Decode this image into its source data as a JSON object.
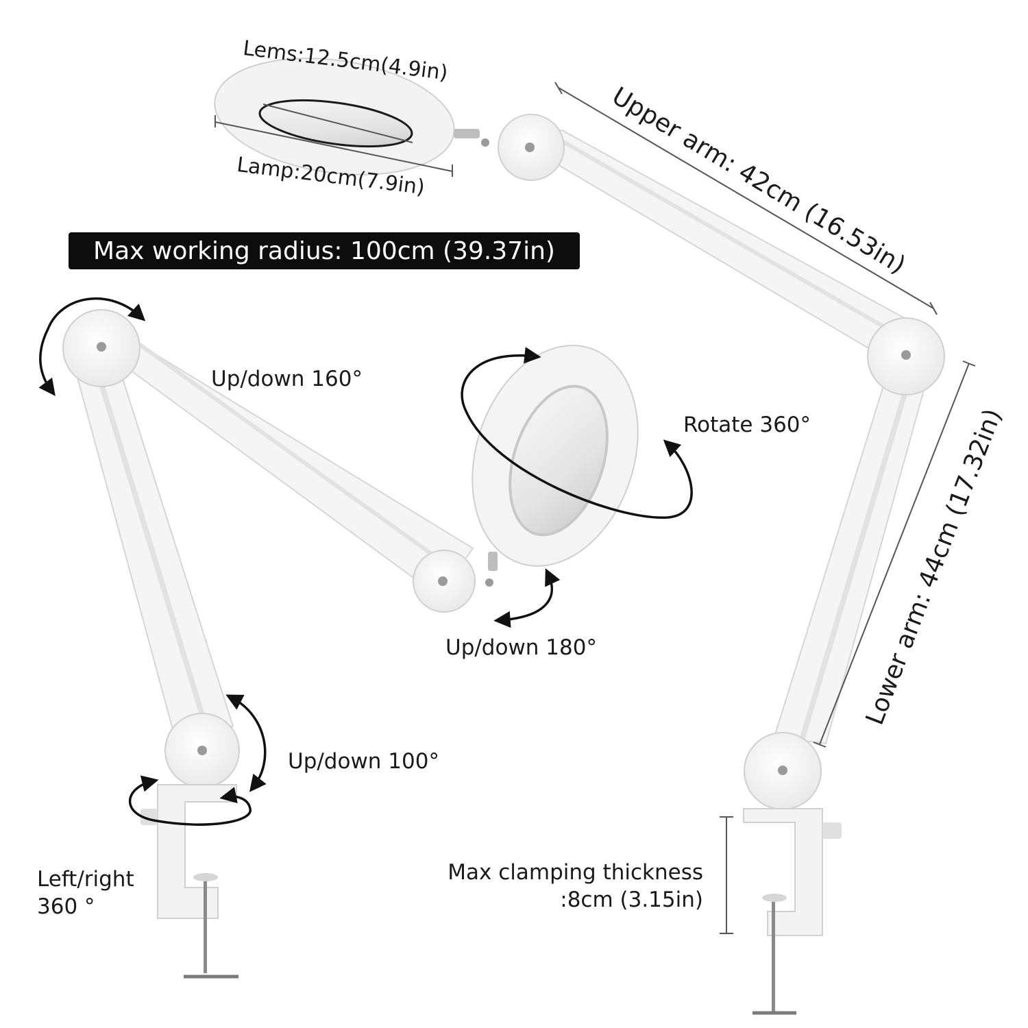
{
  "labels": {
    "lens": "Lems:12.5cm(4.9in)",
    "lamp": "Lamp:20cm(7.9in)",
    "banner": "Max working radius: 100cm (39.37in)",
    "upper_arm": "Upper arm: 42cm (16.53in)",
    "lower_arm": "Lower arm: 44cm (17.32in)",
    "up_down_160": "Up/down 160°",
    "rotate_360": "Rotate 360°",
    "up_down_180": "Up/down 180°",
    "up_down_100": "Up/down 100°",
    "left_right_line1": "Left/right",
    "left_right_line2": "360 °",
    "clamp_line1": "Max clamping thickness",
    "clamp_line2": ":8cm (3.15in)"
  },
  "colors": {
    "background": "#ffffff",
    "banner_bg": "#0d0d0d",
    "banner_text": "#ffffff",
    "lamp_body": "#f4f4f4",
    "lamp_shadow": "#d9d9d9",
    "dimension_line": "#555555",
    "arrow": "#111111"
  }
}
